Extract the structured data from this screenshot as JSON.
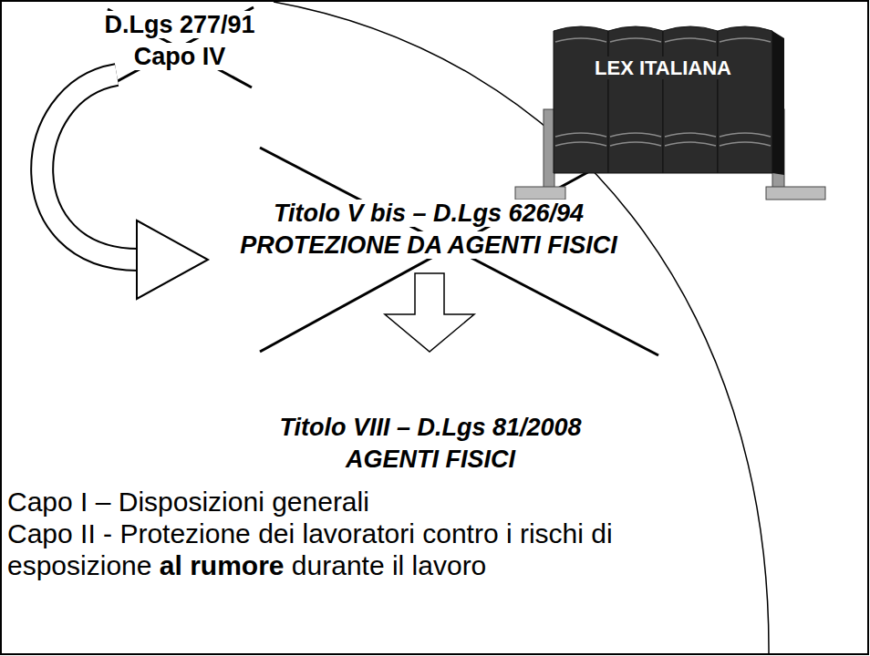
{
  "diagram": {
    "labels": [
      "LEX ITALIANA",
      "D.Lgs 277/91 Capo IV",
      "Titolo V bis – D.Lgs 626/94 PROTEZIONE DA AGENTI FISICI",
      "Titolo VIII – D.Lgs 81/2008 AGENTI FISICI",
      "Capo I – Disposizioni generali",
      "Capo II - Protezione dei lavoratori contro i rischi di esposizione",
      "al rumore",
      "durante il lavoro"
    ]
  }
}
